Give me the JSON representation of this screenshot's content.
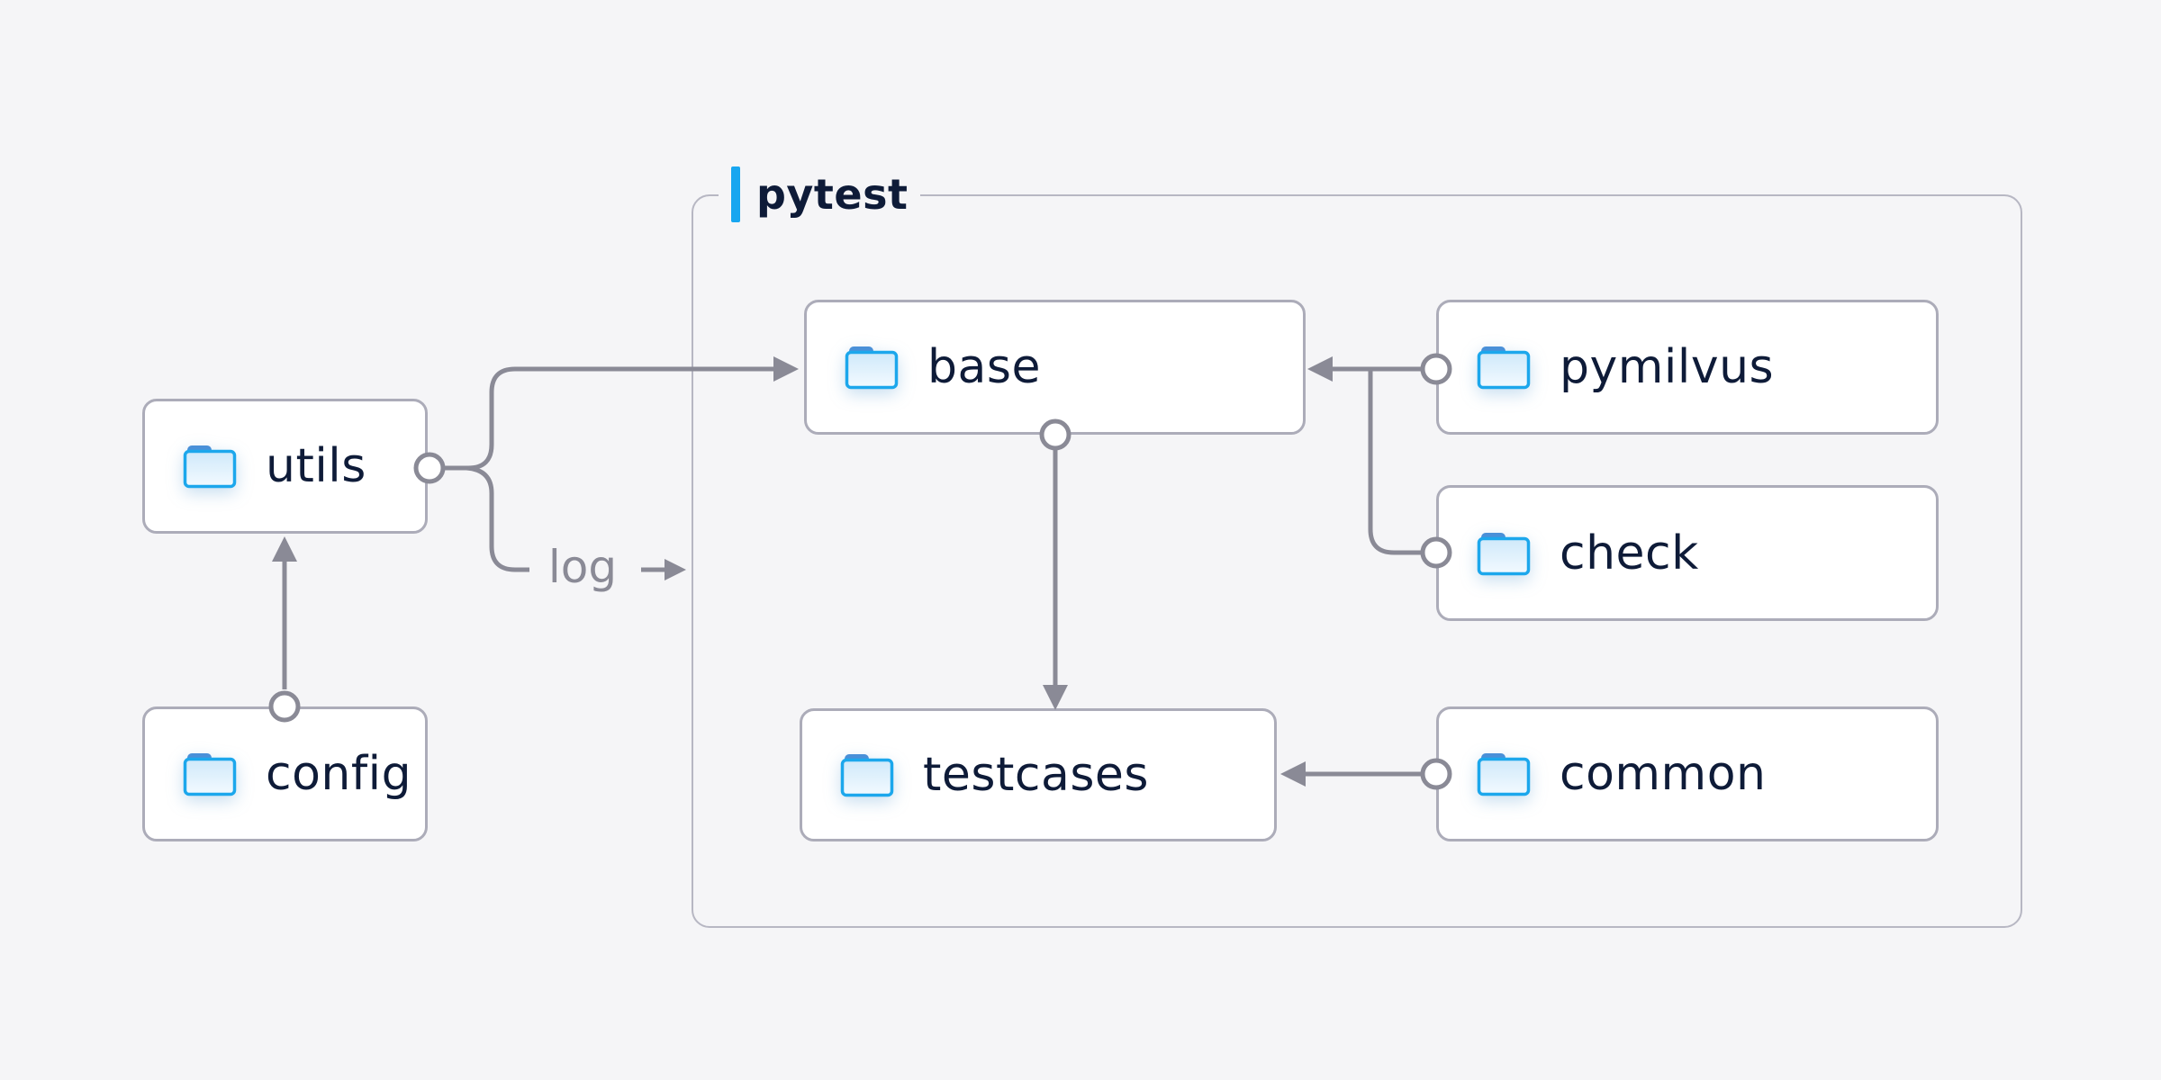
{
  "page": {
    "background": "#F5F5F7"
  },
  "palette": {
    "accent_blue": "#18A6F0",
    "folder_outline_blue": "#1CA7EC",
    "folder_tab_blue": "#4A90D8",
    "line_gray": "#8A8A96",
    "box_border_gray": "#ACACB9",
    "group_border_gray": "#B7B7C3",
    "text_dark_navy": "#0E1B38",
    "box_fill": "#FFFFFF"
  },
  "group": {
    "label": "pytest"
  },
  "nodes": {
    "utils": {
      "label": "utils",
      "icon": "folder-icon"
    },
    "config": {
      "label": "config",
      "icon": "folder-icon"
    },
    "base": {
      "label": "base",
      "icon": "folder-icon"
    },
    "pymilvus": {
      "label": "pymilvus",
      "icon": "folder-icon"
    },
    "check": {
      "label": "check",
      "icon": "folder-icon"
    },
    "testcases": {
      "label": "testcases",
      "icon": "folder-icon"
    },
    "common": {
      "label": "common",
      "icon": "folder-icon"
    }
  },
  "edge_labels": {
    "log": "log"
  },
  "edges": [
    {
      "from": "config",
      "to": "utils",
      "arrow": "into-utils"
    },
    {
      "from": "utils",
      "to": "base",
      "arrow": "into-base"
    },
    {
      "from": "utils",
      "to": "pytest",
      "arrow": "into-pytest-group",
      "label": "log"
    },
    {
      "from": "pymilvus",
      "to": "base",
      "arrow": "into-base"
    },
    {
      "from": "check",
      "to": "base",
      "arrow": "into-base (joined with pymilvus line)"
    },
    {
      "from": "base",
      "to": "testcases",
      "arrow": "into-testcases"
    },
    {
      "from": "common",
      "to": "testcases",
      "arrow": "into-testcases"
    }
  ]
}
